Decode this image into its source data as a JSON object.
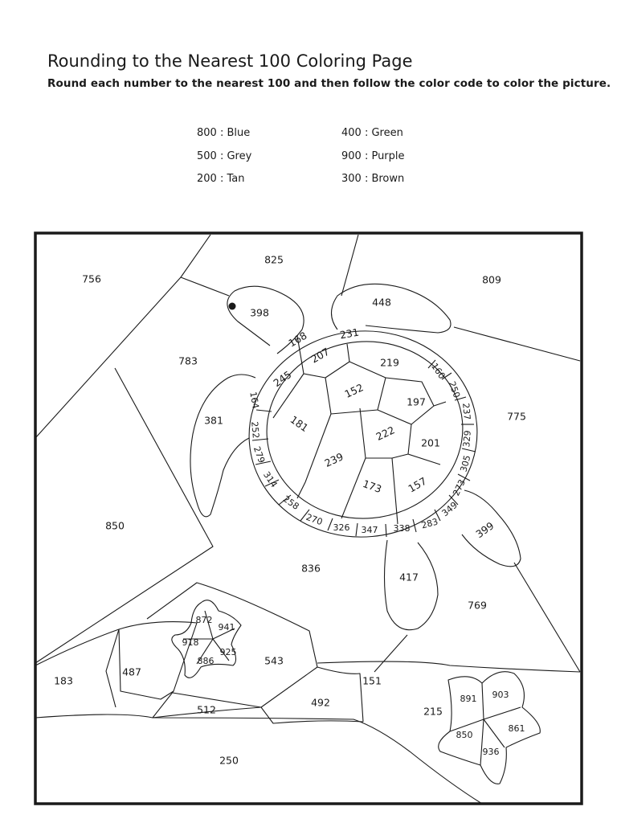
{
  "header": {
    "title": "Rounding to the Nearest 100 Coloring Page",
    "instructions": "Round each number to the nearest 100 and then follow the color code to color the picture."
  },
  "color_code": {
    "left": [
      {
        "text": "800 :  Blue",
        "color": "#3a6fd8"
      },
      {
        "text": "500 : Grey",
        "color": "#8c8c8c"
      },
      {
        "text": "200 : Tan",
        "color": "#d2b48c"
      }
    ],
    "right": [
      {
        "text": "400 : Green",
        "color": "#3c9a3c"
      },
      {
        "text": "900 : Purple",
        "color": "#7b3fa8"
      },
      {
        "text": "300 : Brown",
        "color": "#7a4a22"
      }
    ]
  },
  "regions": {
    "background": [
      "756",
      "825",
      "809",
      "783",
      "775",
      "850",
      "836",
      "769"
    ],
    "turtle": [
      "398",
      "448",
      "381",
      "399",
      "417"
    ],
    "shell_plates": [
      "168",
      "231",
      "207",
      "219",
      "245",
      "152",
      "197",
      "181",
      "222",
      "201",
      "239",
      "173",
      "157"
    ],
    "shell_rim": [
      "164",
      "252",
      "279",
      "314",
      "258",
      "270",
      "326",
      "347",
      "338",
      "283",
      "349",
      "273",
      "305",
      "329",
      "237",
      "250",
      "160"
    ],
    "ground": [
      "183",
      "487",
      "543",
      "512",
      "492",
      "151",
      "215",
      "250"
    ],
    "starfish_left": [
      "872",
      "941",
      "918",
      "925",
      "886"
    ],
    "starfish_right": [
      "891",
      "903",
      "850",
      "861",
      "936"
    ]
  }
}
